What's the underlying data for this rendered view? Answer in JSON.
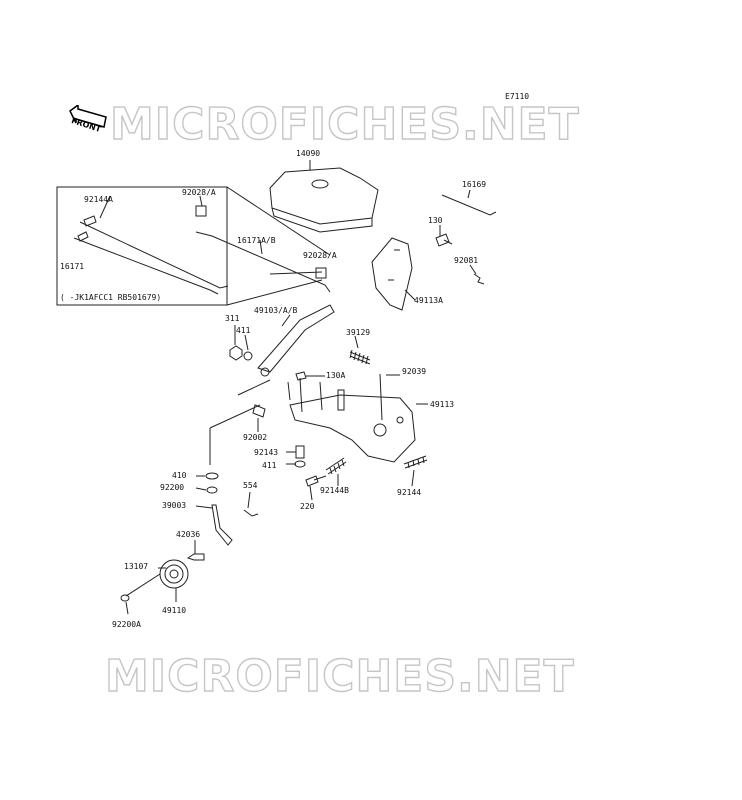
{
  "diagram_code": "E7110",
  "watermark_text": "MICROFICHES.NET",
  "front_label": "FRONT",
  "inset_note": "(  -JK1AFCC1 RB501679)",
  "colors": {
    "line": "#222222",
    "watermark": "#c6c6c6",
    "background": "#ffffff"
  },
  "parts": [
    {
      "id": "14090",
      "label": "14090"
    },
    {
      "id": "16169",
      "label": "16169"
    },
    {
      "id": "92144A",
      "label": "92144A"
    },
    {
      "id": "92028A-1",
      "label": "92028/A"
    },
    {
      "id": "16171AB",
      "label": "16171A/B"
    },
    {
      "id": "16171",
      "label": "16171"
    },
    {
      "id": "92028A-2",
      "label": "92028/A"
    },
    {
      "id": "130",
      "label": "130"
    },
    {
      "id": "92081",
      "label": "92081"
    },
    {
      "id": "49113A",
      "label": "49113A"
    },
    {
      "id": "49103AB",
      "label": "49103/A/B"
    },
    {
      "id": "311",
      "label": "311"
    },
    {
      "id": "411-1",
      "label": "411"
    },
    {
      "id": "39129",
      "label": "39129"
    },
    {
      "id": "130A",
      "label": "130A"
    },
    {
      "id": "92039",
      "label": "92039"
    },
    {
      "id": "49113",
      "label": "49113"
    },
    {
      "id": "92002",
      "label": "92002"
    },
    {
      "id": "92143",
      "label": "92143"
    },
    {
      "id": "411-2",
      "label": "411"
    },
    {
      "id": "92144B",
      "label": "92144B"
    },
    {
      "id": "92144",
      "label": "92144"
    },
    {
      "id": "410",
      "label": "410"
    },
    {
      "id": "92200",
      "label": "92200"
    },
    {
      "id": "554",
      "label": "554"
    },
    {
      "id": "220",
      "label": "220"
    },
    {
      "id": "39003",
      "label": "39003"
    },
    {
      "id": "42036",
      "label": "42036"
    },
    {
      "id": "13107",
      "label": "13107"
    },
    {
      "id": "49110",
      "label": "49110"
    },
    {
      "id": "92200A",
      "label": "92200A"
    }
  ]
}
